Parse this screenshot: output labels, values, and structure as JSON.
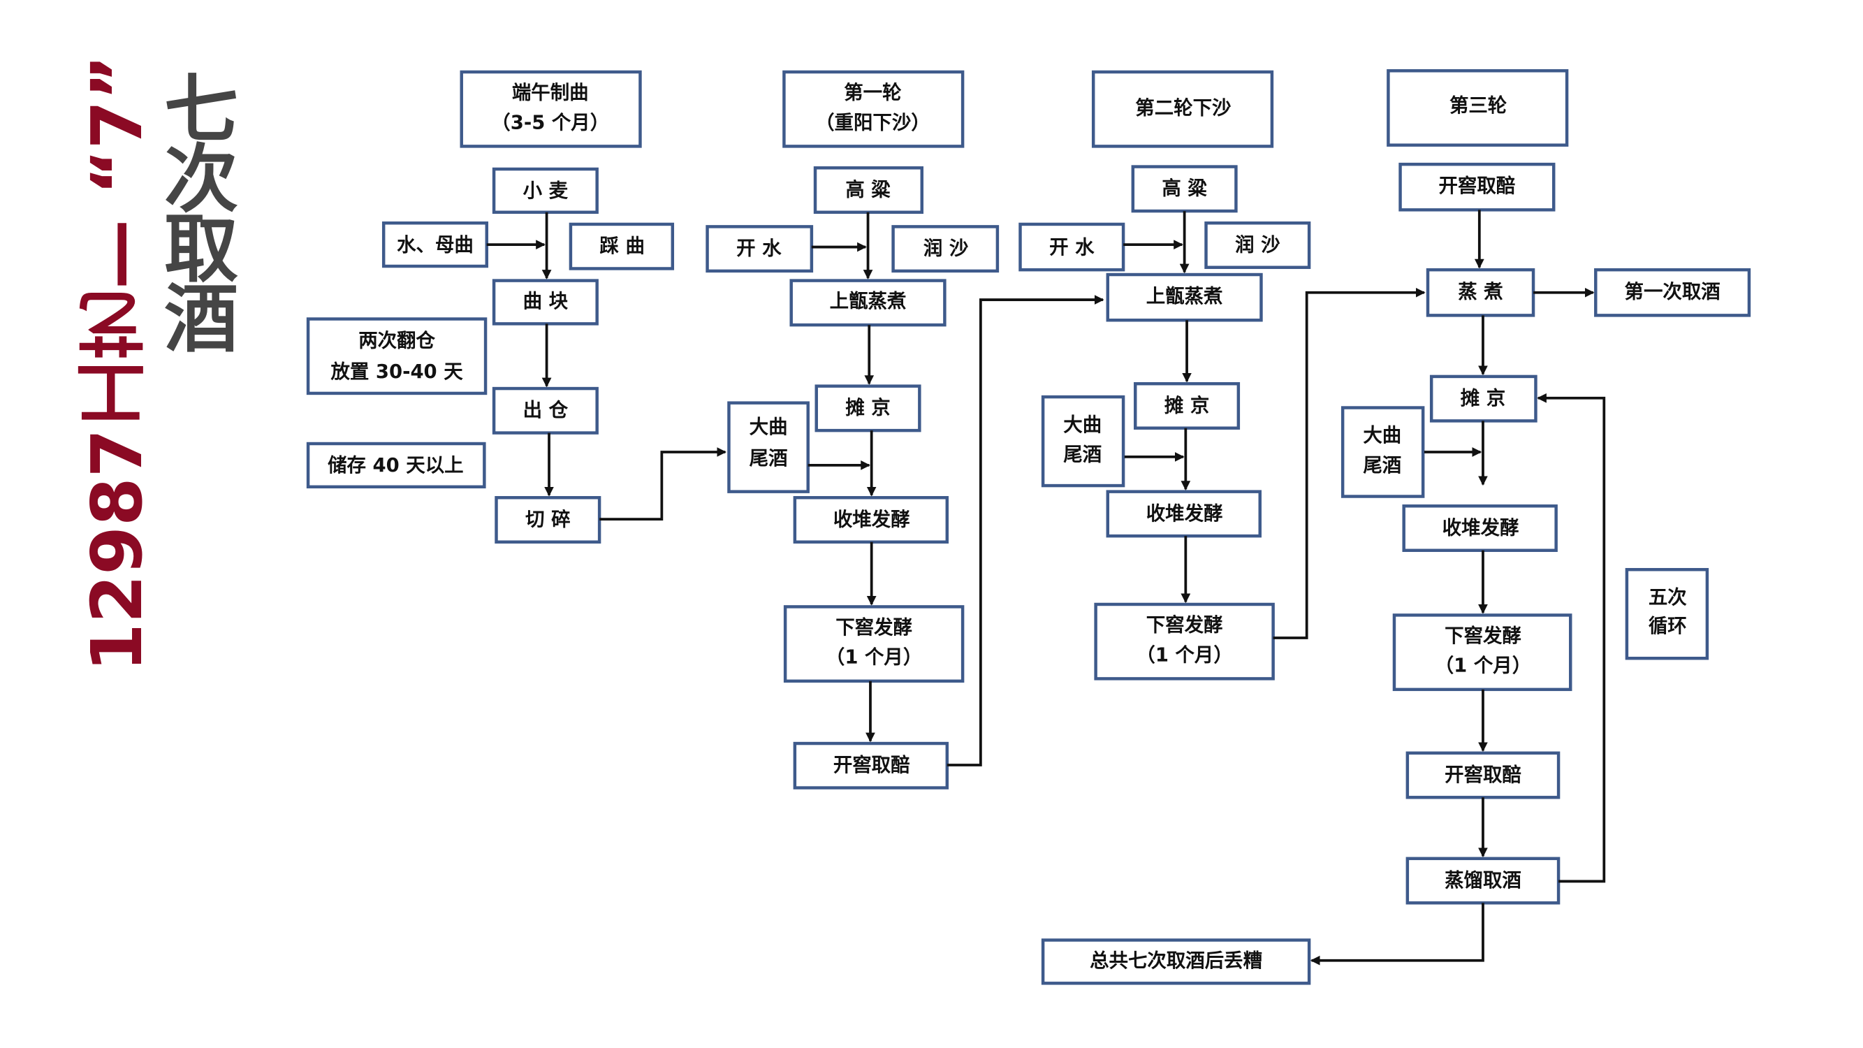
{
  "title": {
    "main": "七次取酒",
    "sub": "12987工艺— “7”"
  },
  "colors": {
    "title_red": "#8b0a24",
    "title_grey": "#454545",
    "box_border": "#3e5a8b",
    "arrow": "#111111"
  },
  "columns": {
    "qu": {
      "header_line1": "端午制曲",
      "header_line2": "（3-5 个月）"
    },
    "round1": {
      "header_line1": "第一轮",
      "header_line2": "（重阳下沙）"
    },
    "round2": {
      "header": "第二轮下沙"
    },
    "round3": {
      "header": "第三轮"
    }
  },
  "nodes": {
    "wheat": "小 麦",
    "water_mother_qu": "水、母曲",
    "step_qu": "踩 曲",
    "qu_block": "曲 块",
    "turn_line1": "两次翻仓",
    "turn_line2": "放置 30-40 天",
    "out_warehouse": "出 仓",
    "store": "储存 40 天以上",
    "crush": "切 碎",
    "r1_sorghum": "高 粱",
    "r1_water": "开 水",
    "r1_run_sha": "润 沙",
    "r1_steam": "上甑蒸煮",
    "r1_tail_line1": "大曲",
    "r1_tail_line2": "尾酒",
    "r1_cool": "摊 京",
    "r1_pile": "收堆发酵",
    "r1_pit_line1": "下窖发酵",
    "r1_pit_line2": "（1 个月）",
    "r1_open": "开窖取醅",
    "r2_sorghum": "高 粱",
    "r2_water": "开 水",
    "r2_run_sha": "润 沙",
    "r2_steam": "上甑蒸煮",
    "r2_tail_line1": "大曲",
    "r2_tail_line2": "尾酒",
    "r2_cool": "摊 京",
    "r2_pile": "收堆发酵",
    "r2_pit_line1": "下窖发酵",
    "r2_pit_line2": "（1 个月）",
    "r3_open_top": "开窖取醅",
    "r3_steam": "蒸 煮",
    "r3_first_liquor": "第一次取酒",
    "r3_cool": "摊 京",
    "r3_tail_line1": "大曲",
    "r3_tail_line2": "尾酒",
    "r3_pile": "收堆发酵",
    "r3_pit_line1": "下窖发酵",
    "r3_pit_line2": "（1 个月）",
    "r3_open": "开窖取醅",
    "r3_distill": "蒸馏取酒",
    "cycle_line1": "五次",
    "cycle_line2": "循环",
    "end": "总共七次取酒后丢糟"
  }
}
